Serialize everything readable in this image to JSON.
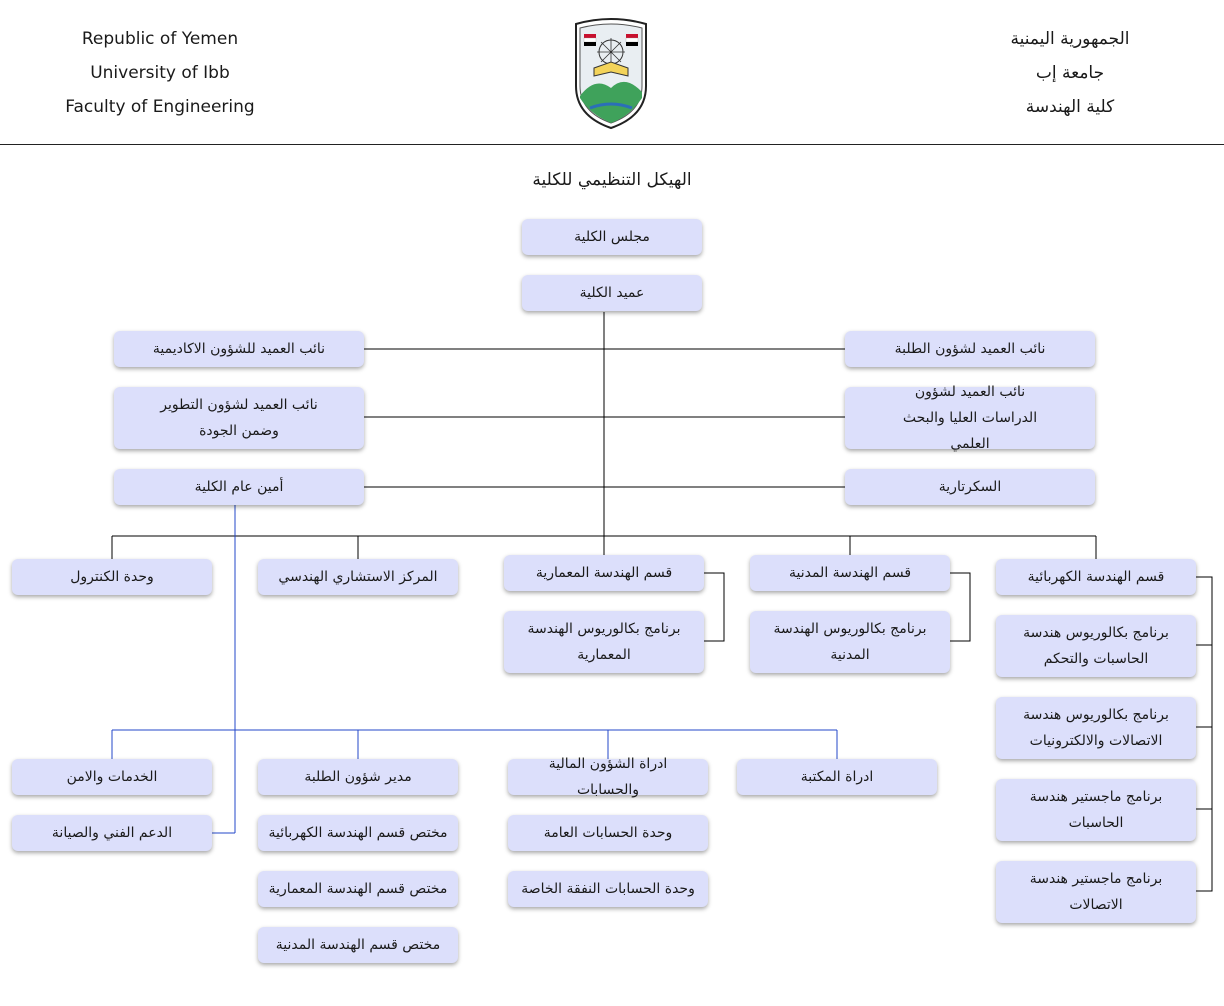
{
  "header": {
    "english": [
      "Republic of Yemen",
      "University of Ibb",
      "Faculty of Engineering"
    ],
    "arabic": [
      "الجمهورية اليمنية",
      "جامعة إب",
      "كلية الهندسة"
    ],
    "logo_icon": "university-crest-icon"
  },
  "title": "الهيكل التنظيمي للكلية",
  "colors": {
    "box": "#dcdffb",
    "line_black": "#000000",
    "line_blue": "#2347c9"
  },
  "nodes": {
    "council": "مجلس الكلية",
    "dean": "عميد الكلية",
    "vd_academic": "نائب العميد للشؤون الاكاديمية",
    "vd_students": "نائب العميد لشؤون الطلبة",
    "vd_development": "نائب العميد لشؤون التطوير وضمن الجودة",
    "vd_graduate": "نائب العميد لشؤون الدراسات العليا والبحث العلمي",
    "general_secretary": "أمين عام الكلية",
    "secretariat": "السكرتارية",
    "control_unit": "وحدة الكنترول",
    "consulting_center": "المركز الاستشاري الهندسي",
    "dept_architecture": "قسم الهندسة المعمارية",
    "prog_architecture": "برنامج بكالوريوس الهندسة المعمارية",
    "dept_civil": "قسم الهندسة المدنية",
    "prog_civil": "برنامج بكالوريوس الهندسة المدنية",
    "dept_electrical": "قسم الهندسة الكهربائية",
    "prog_computers_control": "برنامج بكالوريوس هندسة الحاسبات والتحكم",
    "prog_comm_electronics": "برنامج بكالوريوس هندسة الاتصالات والالكترونيات",
    "prog_master_computers": "برنامج ماجستير هندسة الحاسبات",
    "prog_master_comm": "برنامج ماجستير هندسة الاتصالات",
    "services_security": "الخدمات والامن",
    "technical_support": "الدعم الفني والصيانة",
    "student_affairs_manager": "مدير شؤون الطلبة",
    "specialist_electrical": "مختص قسم الهندسة الكهربائية",
    "specialist_architecture": "مختص قسم الهندسة المعمارية",
    "specialist_civil": "مختص قسم الهندسة المدنية",
    "finance_admin": "ادراة الشؤون المالية والحسابات",
    "general_accounts": "وحدة الحسابات العامة",
    "special_expense_accounts": "وحدة الحسابات النفقة الخاصة",
    "library_admin": "ادراة المكتبة"
  }
}
